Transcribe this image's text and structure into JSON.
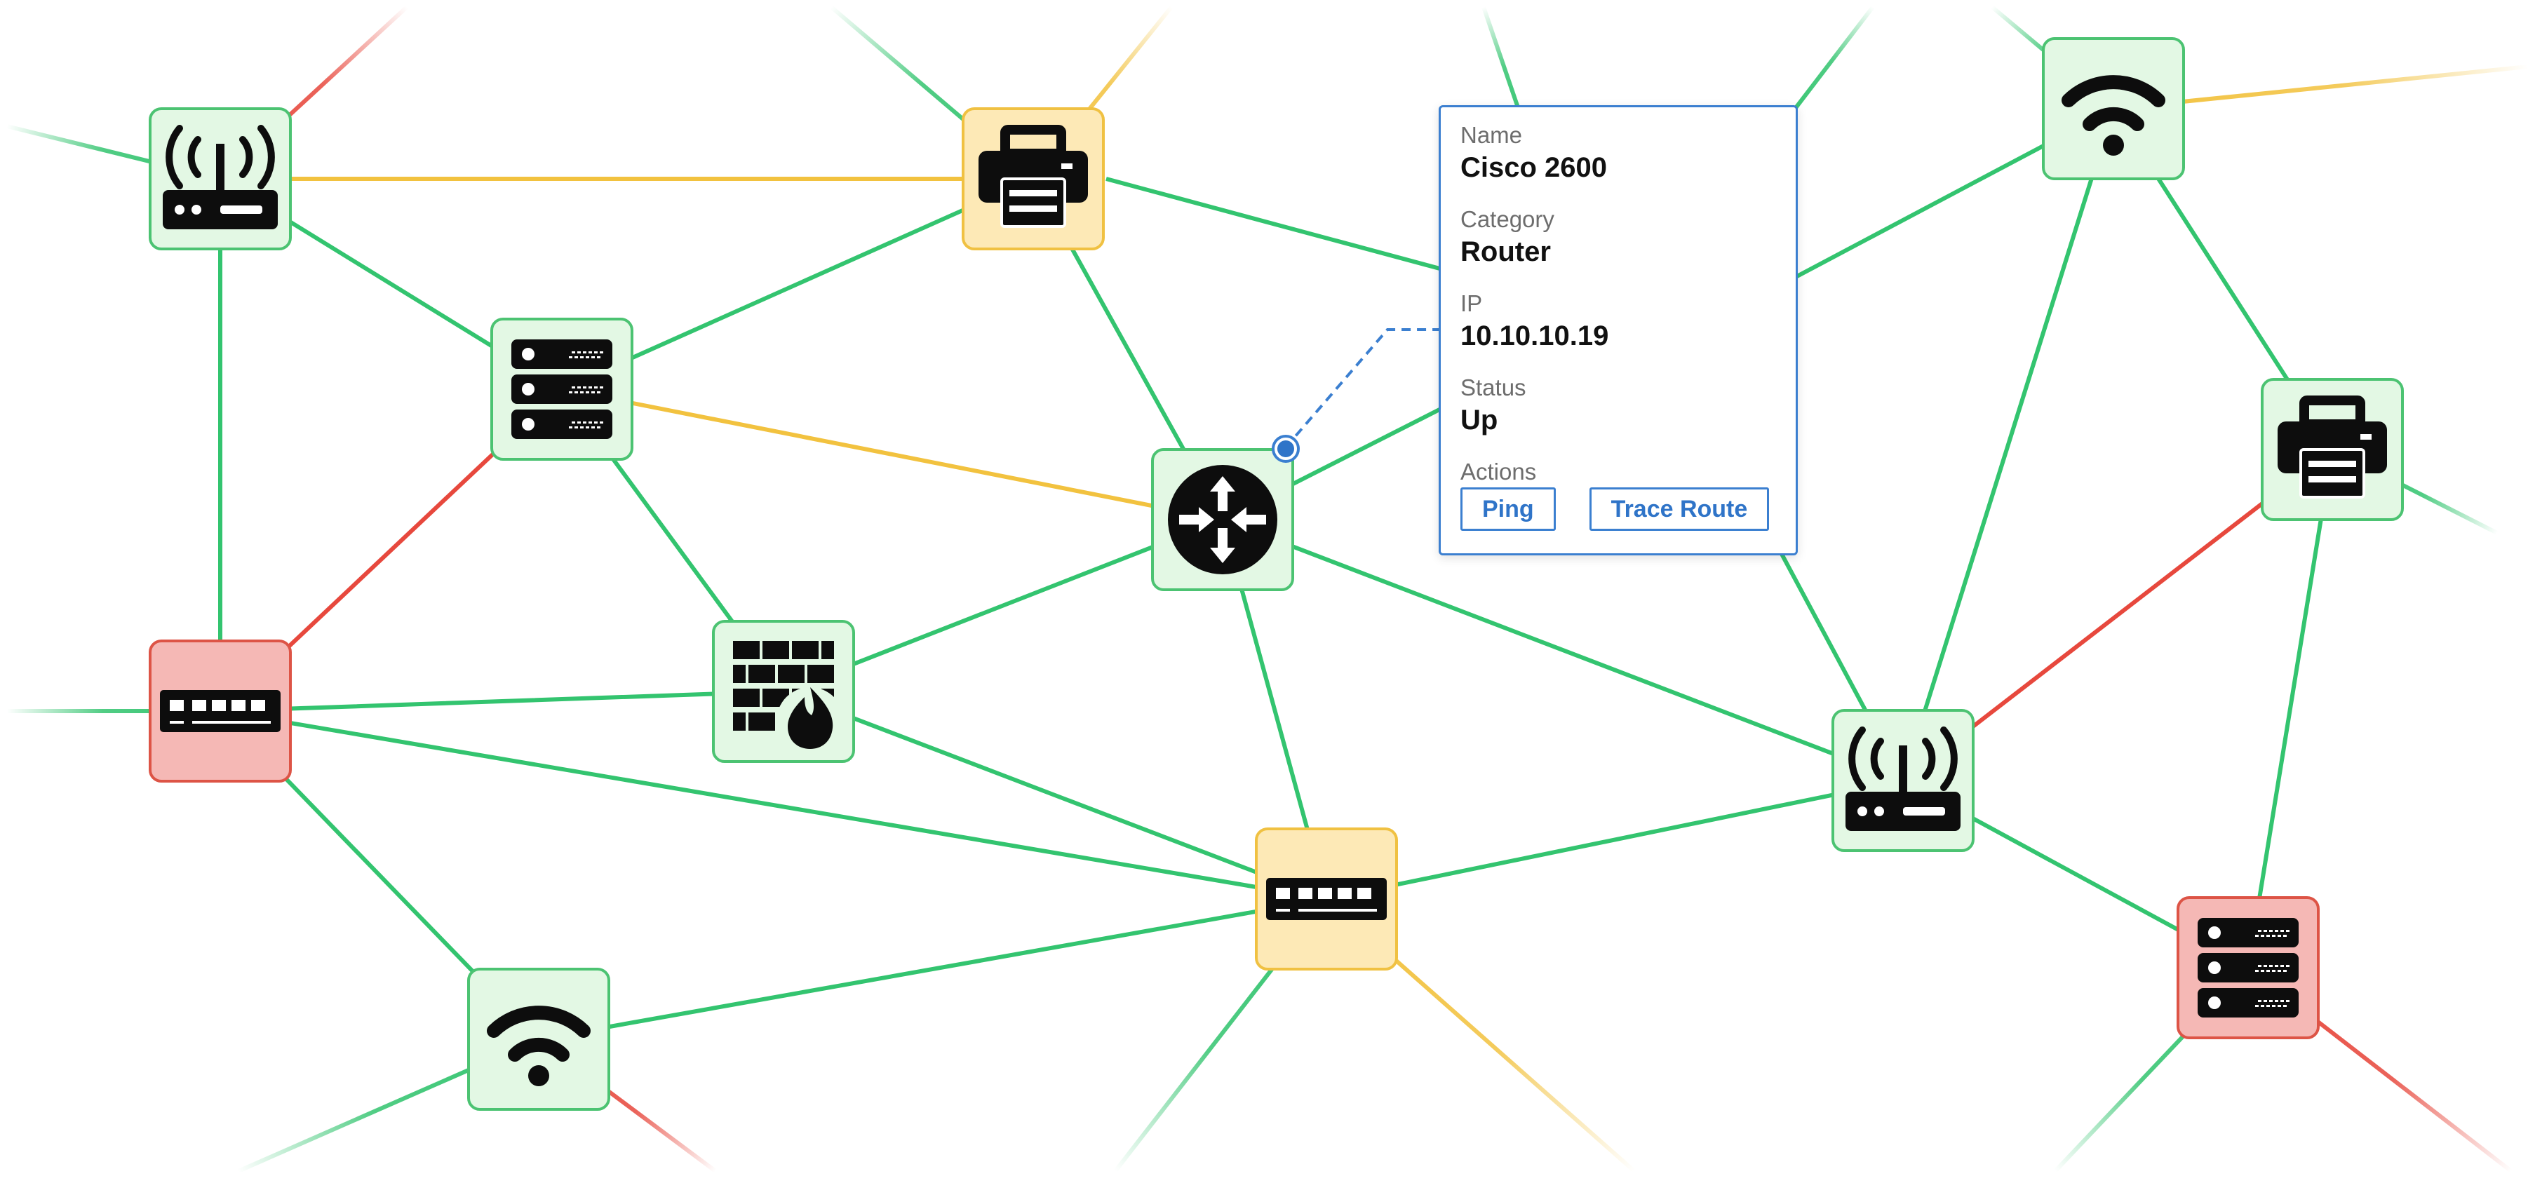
{
  "theme": {
    "link_ok": "#33c46f",
    "link_warn": "#f2c23f",
    "link_down": "#e7483d",
    "node_ok_fill": "#e3f8e4",
    "node_ok_border": "#4cc372",
    "node_warn_fill": "#fde9b6",
    "node_warn_border": "#f0c142",
    "node_down_fill": "#f5b8b5",
    "node_down_border": "#dd5446",
    "accent": "#2f74c8"
  },
  "devices": [
    {
      "id": "n1",
      "type": "wireless-router",
      "status": "ok"
    },
    {
      "id": "n2",
      "type": "printer",
      "status": "warn"
    },
    {
      "id": "n3",
      "type": "wifi-access-point",
      "status": "ok"
    },
    {
      "id": "n4",
      "type": "server",
      "status": "ok"
    },
    {
      "id": "n5",
      "type": "router",
      "status": "ok",
      "selected": true
    },
    {
      "id": "n6",
      "type": "printer",
      "status": "ok"
    },
    {
      "id": "n7",
      "type": "switch",
      "status": "down"
    },
    {
      "id": "n8",
      "type": "firewall",
      "status": "ok"
    },
    {
      "id": "n9",
      "type": "wireless-router",
      "status": "ok"
    },
    {
      "id": "n10",
      "type": "switch",
      "status": "warn"
    },
    {
      "id": "n11",
      "type": "server",
      "status": "down"
    },
    {
      "id": "n12",
      "type": "wifi-access-point",
      "status": "ok"
    }
  ],
  "links": [
    {
      "from": "n1",
      "to": "n2",
      "status": "warn"
    },
    {
      "from": "n1",
      "to": "n4",
      "status": "ok"
    },
    {
      "from": "n1",
      "to": "n7",
      "status": "ok"
    },
    {
      "from": "n2",
      "to": "n4",
      "status": "ok"
    },
    {
      "from": "n2",
      "to": "n5",
      "status": "ok"
    },
    {
      "from": "n4",
      "to": "n5",
      "status": "warn"
    },
    {
      "from": "n4",
      "to": "n7",
      "status": "down"
    },
    {
      "from": "n4",
      "to": "n8",
      "status": "ok"
    },
    {
      "from": "n7",
      "to": "n8",
      "status": "ok"
    },
    {
      "from": "n7",
      "to": "n10",
      "status": "ok"
    },
    {
      "from": "n7",
      "to": "n12",
      "status": "ok"
    },
    {
      "from": "n8",
      "to": "n5",
      "status": "ok"
    },
    {
      "from": "n8",
      "to": "n10",
      "status": "ok"
    },
    {
      "from": "n5",
      "to": "n10",
      "status": "ok"
    },
    {
      "from": "n5",
      "to": "n9",
      "status": "ok"
    },
    {
      "from": "n12",
      "to": "n10",
      "status": "ok"
    },
    {
      "from": "n10",
      "to": "n9",
      "status": "ok"
    },
    {
      "from": "n9",
      "to": "n11",
      "status": "ok"
    },
    {
      "from": "n6",
      "to": "n9",
      "status": "down"
    },
    {
      "from": "n6",
      "to": "n11",
      "status": "ok"
    },
    {
      "from": "n3",
      "to": "n6",
      "status": "ok"
    },
    {
      "from": "n3",
      "to": "n9",
      "status": "ok"
    }
  ],
  "tooltip": {
    "name_label": "Name",
    "name_value": "Cisco 2600",
    "category_label": "Category",
    "category_value": "Router",
    "ip_label": "IP",
    "ip_value": "10.10.10.19",
    "status_label": "Status",
    "status_value": "Up",
    "actions_label": "Actions",
    "ping_label": "Ping",
    "trace_route_label": "Trace Route"
  }
}
